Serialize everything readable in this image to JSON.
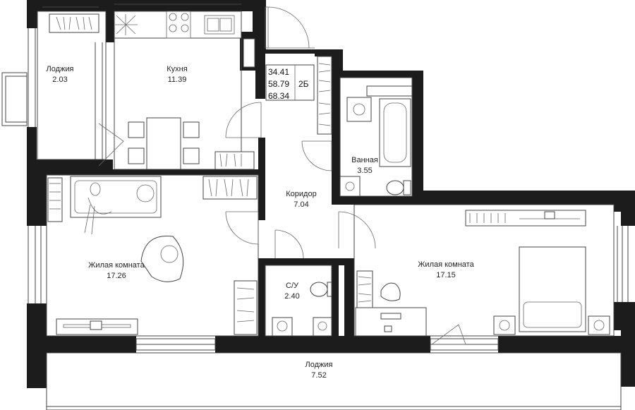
{
  "apartment": {
    "area_living": "34.41",
    "area_total": "58.79",
    "area_with_loggias": "68.34",
    "type": "2Б"
  },
  "rooms": {
    "loggia_small": {
      "name": "Лоджия",
      "area": "2.03"
    },
    "kitchen": {
      "name": "Кухня",
      "area": "11.39"
    },
    "bathroom": {
      "name": "Ванная",
      "area": "3.55"
    },
    "corridor": {
      "name": "Коридор",
      "area": "7.04"
    },
    "living_left": {
      "name": "Жилая комната",
      "area": "17.26"
    },
    "wc": {
      "name": "С/У",
      "area": "2.40"
    },
    "living_right": {
      "name": "Жилая комната",
      "area": "17.15"
    },
    "loggia_big": {
      "name": "Лоджия",
      "area": "7.52"
    }
  },
  "colors": {
    "wall": "#1c1c1c",
    "line": "#444444",
    "background": "#ffffff"
  }
}
